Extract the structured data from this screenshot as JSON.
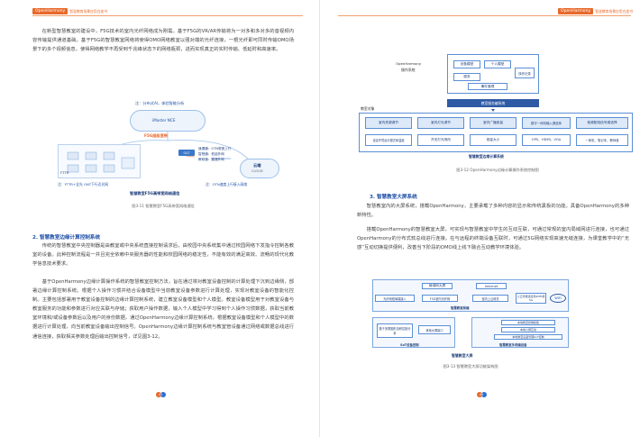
{
  "header": {
    "badge": "OpenHarmony",
    "subtitle": "智慧教育场景应用白皮书"
  },
  "left_page": {
    "paragraph_1": "在新型智慧教室的建设中，F5G技术的室内光纤网络成为刚需。基于F5G的VR/AR传输将为一对多和多对多的音视频内容传输提供通道基础。基于F5G的智慧教室网络将使得OMO网络教室以强对端的光纤连接，一根光纤即可同时传输OMO场景下的多个视频信息，使得网络教学不再受到千兆峰状态下的网络瓶颈，进而实现真正的实时传输、低延时和高速率。",
    "figure": {
      "top_label": "注：分布式AI，体验智能分析",
      "cloud_label": "iMaster NCE",
      "net_label": "F5G超级宽带",
      "olt_label": "OLT",
      "rows": [
        "速课通：OTN带宽上行",
        "智慧通：低延外网",
        "教研通：高速外网"
      ],
      "cloud_right_1": "云端",
      "cloud_right_2": "CLOUD",
      "fttr_label": "FTTR",
      "bottom_left": "注：FTTR+全光 ONT下行近光网",
      "bottom_right": "注：OTN速度上行接入网络",
      "title": "智慧教室F5G高带宽网络通信",
      "caption": "图3-11 智慧教室F5G高带宽网络通信"
    },
    "section_2_title": "2. 智慧教室边缘计算控制系统",
    "paragraph_2": "传统的智慧教室中央控制器是由教室或中央系统直接控制请求后，由校园中央系统集中通过校园网络下发指令控制各教室的设备。此种控制流程是一并且完全依赖中央服务器的性能和校园网络的稳定性，不能有效的满足高效、流畅的现代化教学信息技术要求。",
    "paragraph_3": "基于OpenHarmony边缘计算操作系统的智慧教室控制方法，旨在通过将对教室设备控制的计算处理下沉到边缘侧，部署边缘计算控制系统。根据个人操作习惯并结合设备模型中当前教室设备参数进行计算处理，实现对教室设备的智能化控制。主要包括部署用于教室设备控制的边缘计算控制系统，建立教室设备模型和个人模型。教室设备模型用于对教室设备与教室服务的功能和参数进行对应关联与存储；获取用户操作数据，输入个人模型中学习得到个人操作习惯数据，获取当前教室环境和/或设备参数后以及用户的身份数据，通过OpenHarmony边缘计算控制系统，根据教室设备模型和个人模型中的数据进行计算处理，向当前教室设备输出控制信号。OpenHarmony边缘计算控制系统与教室管设备通过网络或数据总线进行通信连接，获取相关参数处理后输出控制信号，详见图3-12。"
  },
  "right_page": {
    "figure_12": {
      "os_label_1": "OpenHarmony",
      "os_label_2": "操作系统",
      "top_boxes": [
        "设备模型",
        "个人模型",
        "操作记录",
        "服务"
      ],
      "center_box": "事件管理",
      "bar": "教室服务编系统",
      "group_label": "教室对象",
      "row1": [
        "室内资源调节",
        "室内灯光调节",
        "室内广播音量",
        "数字一体机输入源选择",
        "音频配线信号源选择"
      ],
      "row2": [
        "设定环境运行模式和温度",
        "开关灯光场所",
        "音量大小",
        "OPS、HDMI、VGA",
        "一体机、笔记本、教师音"
      ],
      "title": "智慧教室边缘计算系统",
      "caption": "图3-12 OpenHarmony边缘计算操作系统控制图"
    },
    "section_3_title": "3. 智慧教室大屏系统",
    "paragraph_1": "智慧教室内的大屏系统，搭载OpenHarmony，主要承载了多种内容的显示和传统黑板的功能。具备OpenHarmony的多种新特性。",
    "paragraph_2": "搭载OpenHarmony的智慧教室大屏，可实现与智慧教室中学生的互动互联，可通过常规的室内局域网进行连接，也可通过OpenHarmony的分布式软总线进行连接。在与远程的终端设备互联时，可通过5G网络实现高速无缝连接，为课堂教学中的“无感”互动切换提供便利，改善当下阶段的OMO线上线下融合互动教学环境体验。",
    "figure_13": {
      "top": [
        "局域网大屏",
        "Internet"
      ],
      "middle": [
        "光纤网络局端接入",
        "F5G室内光纤网",
        "室内上云网关",
        "公云智能连接到WIFI或5G"
      ],
      "wifi": "WIFI",
      "mid_title": "智慧教室局端",
      "left_boxes": [
        "基于多屏图形自研控制分析",
        "其他大屏接口"
      ],
      "left_title": "SoT设备控制",
      "right_boxes": [
        "本地教室终端模板",
        "本地小屏互动",
        "本地教室设备管理SoT控制"
      ],
      "right_title": "智慧教室多终端设备",
      "title": "智慧教室大屏",
      "caption": "图3-13 智慧教室大屏功能架构图"
    }
  },
  "footer": {
    "left_page_number": "45",
    "right_page_number": "46"
  },
  "colors": {
    "accent_orange": "#e8692a",
    "accent_blue": "#1f4fa8",
    "diagram_blue": "#2e5aa5"
  }
}
